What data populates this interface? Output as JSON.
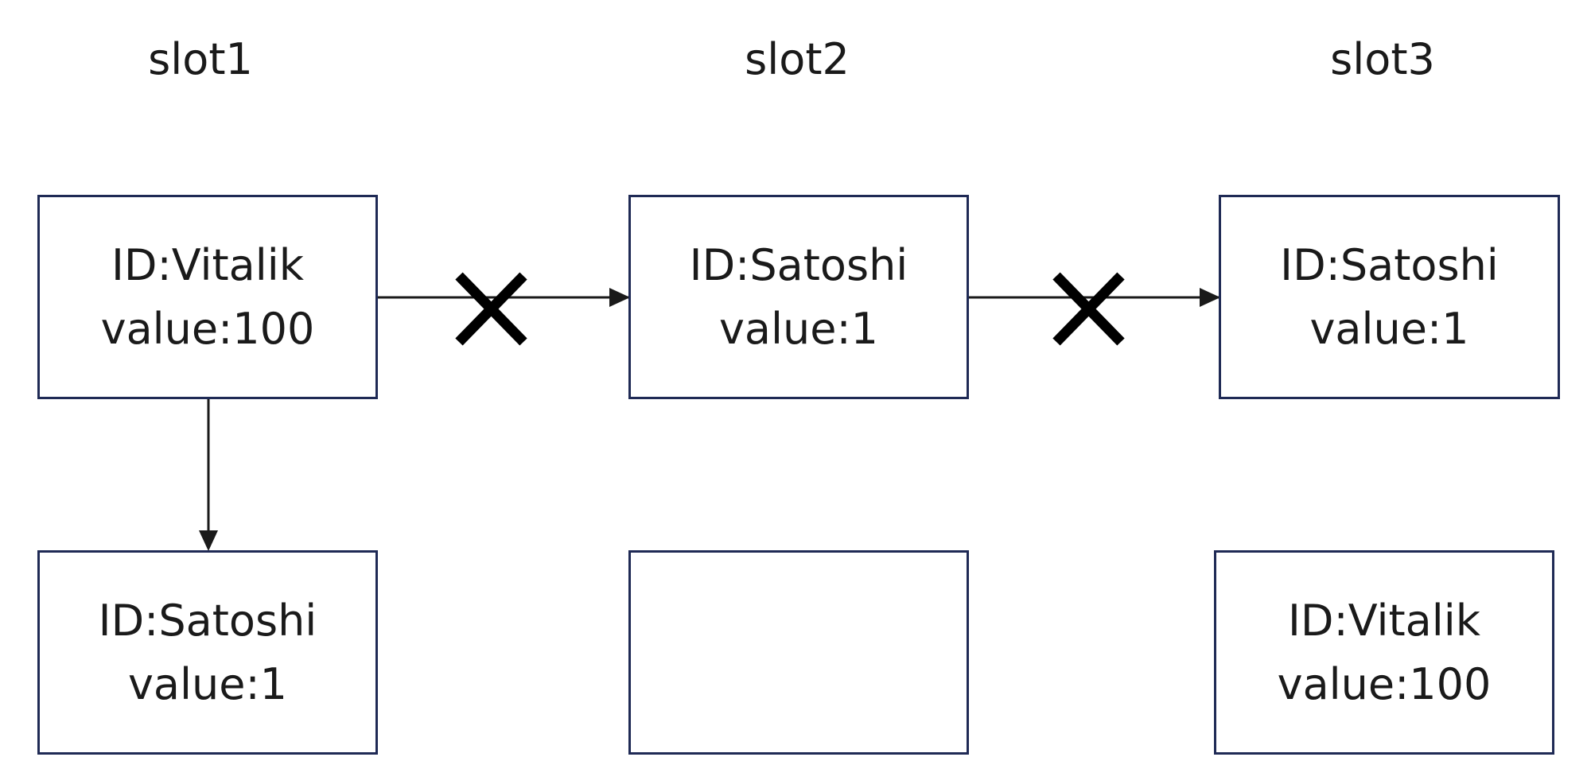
{
  "slots": [
    "slot1",
    "slot2",
    "slot3"
  ],
  "blocks": {
    "slot1_top": {
      "id": "ID:Vitalik",
      "value": "value:100"
    },
    "slot2_top": {
      "id": "ID:Satoshi",
      "value": "value:1"
    },
    "slot3_top": {
      "id": "ID:Satoshi",
      "value": "value:1"
    },
    "slot1_bottom": {
      "id": "ID:Satoshi",
      "value": "value:1"
    },
    "slot2_bottom": {
      "id": "",
      "value": ""
    },
    "slot3_bottom": {
      "id": "ID:Vitalik",
      "value": "value:100"
    }
  },
  "colors": {
    "box_border": "#1f2a55",
    "arrow": "#1a1a1a",
    "cross": "#000000"
  }
}
